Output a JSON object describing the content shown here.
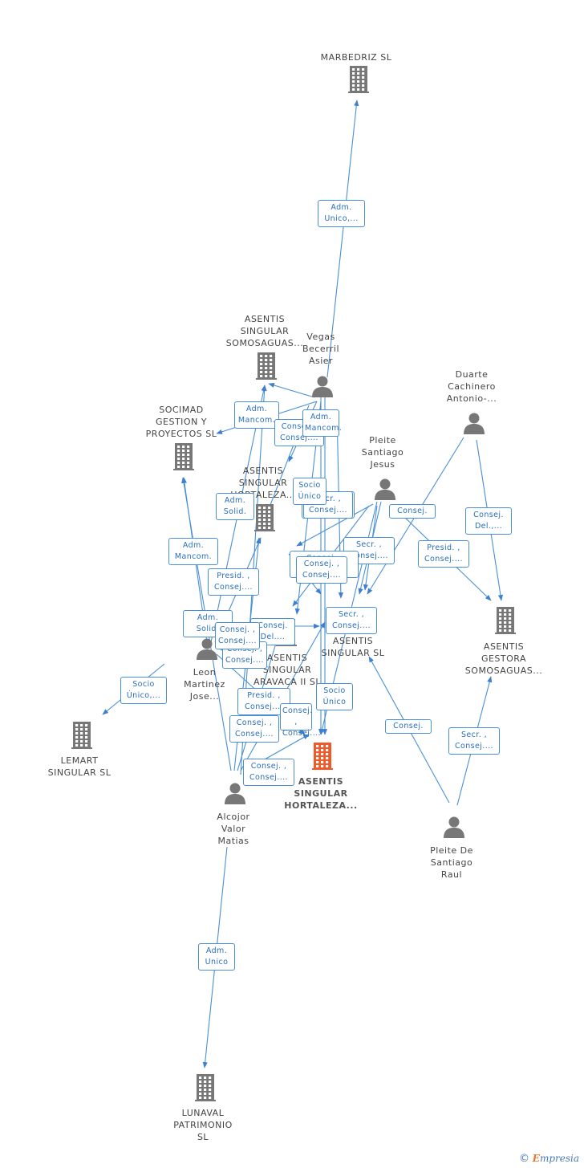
{
  "companies": [
    {
      "id": "marbedriz",
      "label": "MARBEDRIZ  SL",
      "color": "#777777"
    },
    {
      "id": "somosaguas",
      "label": "ASENTIS\nSINGULAR\nSOMOSAGUAS...",
      "color": "#777777"
    },
    {
      "id": "socimad",
      "label": "SOCIMAD\nGESTION Y\nPROYECTOS SL",
      "color": "#777777"
    },
    {
      "id": "hortaleza2",
      "label": "ASENTIS\nSINGULAR\nHORTALEZA...",
      "color": "#777777"
    },
    {
      "id": "asentis_sl",
      "label": "ASENTIS\nSINGULAR  SL",
      "color": "#777777"
    },
    {
      "id": "aravaca",
      "label": "ASENTIS\nSINGULAR\nARAVACA II SL",
      "color": "#777777"
    },
    {
      "id": "gestora",
      "label": "ASENTIS\nGESTORA\nSOMOSAGUAS...",
      "color": "#777777"
    },
    {
      "id": "lemart",
      "label": "LEMART\nSINGULAR  SL",
      "color": "#777777"
    },
    {
      "id": "main",
      "label": "ASENTIS\nSINGULAR\nHORTALEZA...",
      "color": "#f05a28"
    },
    {
      "id": "lunaval",
      "label": "LUNAVAL\nPATRIMONIO\nSL",
      "color": "#777777"
    }
  ],
  "persons": [
    {
      "id": "vegas",
      "label": "Vegas\nBecerril\nAsier"
    },
    {
      "id": "duarte",
      "label": "Duarte\nCachinero\nAntonio-..."
    },
    {
      "id": "pleite_j",
      "label": "Pleite\nSantiago\nJesus"
    },
    {
      "id": "leon",
      "label": "Leon\nMartinez\nJose..."
    },
    {
      "id": "alcojor",
      "label": "Alcojor\nValor\nMatias"
    },
    {
      "id": "pleite_r",
      "label": "Pleite De\nSantiago\nRaul"
    }
  ],
  "relations": [
    "Adm.\nUnico,...",
    "Adm.\nMancom.",
    "Adm.\nSolid.",
    "Consej. ,\nConsej....",
    "Adm.\nMancom.",
    "Consej. ,\nConsej....",
    "Secr. ,\nConsej....",
    "Socio\nÚnico",
    "Consej.",
    "Consej.\nDel.,...",
    "Presid. ,\nConsej....",
    "Adm.\nMancom.",
    "Secr. ,\nConsej....",
    "Presid. ,\nConsej....",
    "Consej. ,\nConsej....",
    "Consej. ,\nConsej....",
    "Secr. ,\nConsej....",
    "Consej.\nDel....",
    "Socio\nÚnico",
    "Consej. ,\nConsej....",
    "Presid. ,\nConsej....",
    "Consej.",
    "Consej. ,\nConsej....",
    "Secr. ,\nConsej....",
    "Consej. ,\nConsej....",
    "Socio\nÚnico,...",
    "Adm.\nUnico",
    "Adm.\nSolid.",
    "Consej. ,\nConsej....",
    "Consej. ,\nConsej...."
  ],
  "footer": {
    "copyright": "©",
    "brand": "mpresia",
    "brand_initial": "E"
  },
  "colors": {
    "edge": "#4a8fd6",
    "building": "#777777",
    "main": "#f05a28",
    "person": "#777777"
  }
}
